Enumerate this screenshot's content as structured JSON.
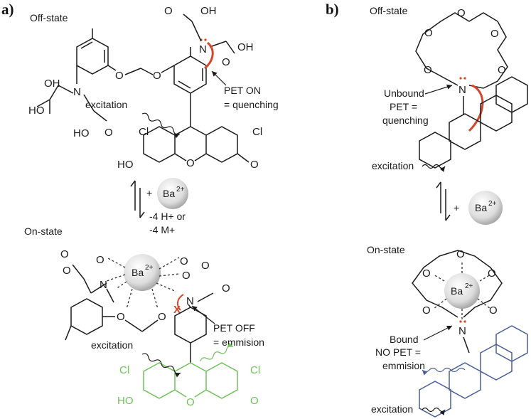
{
  "panels": {
    "a": {
      "label": "a)",
      "off_state": "Off-state",
      "on_state": "On-state",
      "pet_on": "PET ON",
      "quenching": "= quenching",
      "pet_off": "PET OFF",
      "emission": "= emmision",
      "excitation": "excitation",
      "ion": "Ba",
      "ion_charge": "2+",
      "plus": "+",
      "loss_line1": "-4 H+ or",
      "loss_line2": "-4 M+",
      "atoms": {
        "oh": "OH",
        "oh2": "OH",
        "o": "O",
        "n": "N",
        "ho": "HO",
        "cl": "Cl",
        "x": "X"
      }
    },
    "b": {
      "label": "b)",
      "off_state": "Off-state",
      "on_state": "On-state",
      "unbound": "Unbound",
      "pet": "PET =",
      "quenching": "quenching",
      "bound": "Bound",
      "no_pet": "NO PET =",
      "emission": "emmision",
      "excitation": "excitation",
      "ion": "Ba",
      "ion_charge": "2+",
      "plus": "+"
    }
  },
  "colors": {
    "emission_green": "#6fc25a",
    "pet_red": "#d8462a",
    "bound_blue": "#4a5f9a"
  }
}
